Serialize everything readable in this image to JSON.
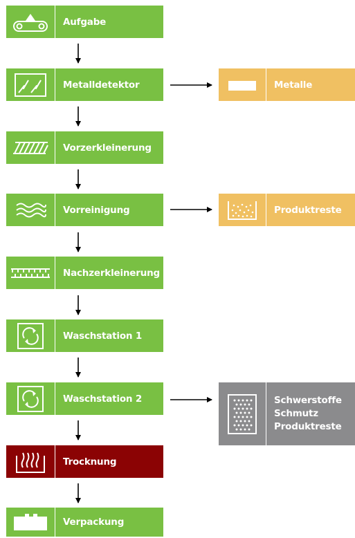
{
  "steps": [
    {
      "label": "Aufgabe",
      "icon": "conveyor-icon"
    },
    {
      "label": "Metalldetektor",
      "icon": "lightning-icon"
    },
    {
      "label": "Vorzerkleinerung",
      "icon": "hatch-icon"
    },
    {
      "label": "Vorreinigung",
      "icon": "waves-icon"
    },
    {
      "label": "Nachzerkleinerung",
      "icon": "comb-icon"
    },
    {
      "label": "Waschstation 1",
      "icon": "cycle-icon"
    },
    {
      "label": "Waschstation 2",
      "icon": "cycle-icon"
    },
    {
      "label": "Trocknung",
      "icon": "heat-icon"
    },
    {
      "label": "Verpackung",
      "icon": "package-icon"
    }
  ],
  "outputs": [
    {
      "label": "Metalle",
      "icon": "bar-icon"
    },
    {
      "label": "Produktreste",
      "icon": "dots-container-icon"
    },
    {
      "lines": [
        "Schwerstoffe",
        "Schmutz",
        "Produktreste"
      ],
      "icon": "dots-grid-icon"
    }
  ],
  "colors": {
    "process": "#79c043",
    "drying": "#8b0304",
    "residue": "#f0c062",
    "heavy": "#8b8b8d"
  }
}
